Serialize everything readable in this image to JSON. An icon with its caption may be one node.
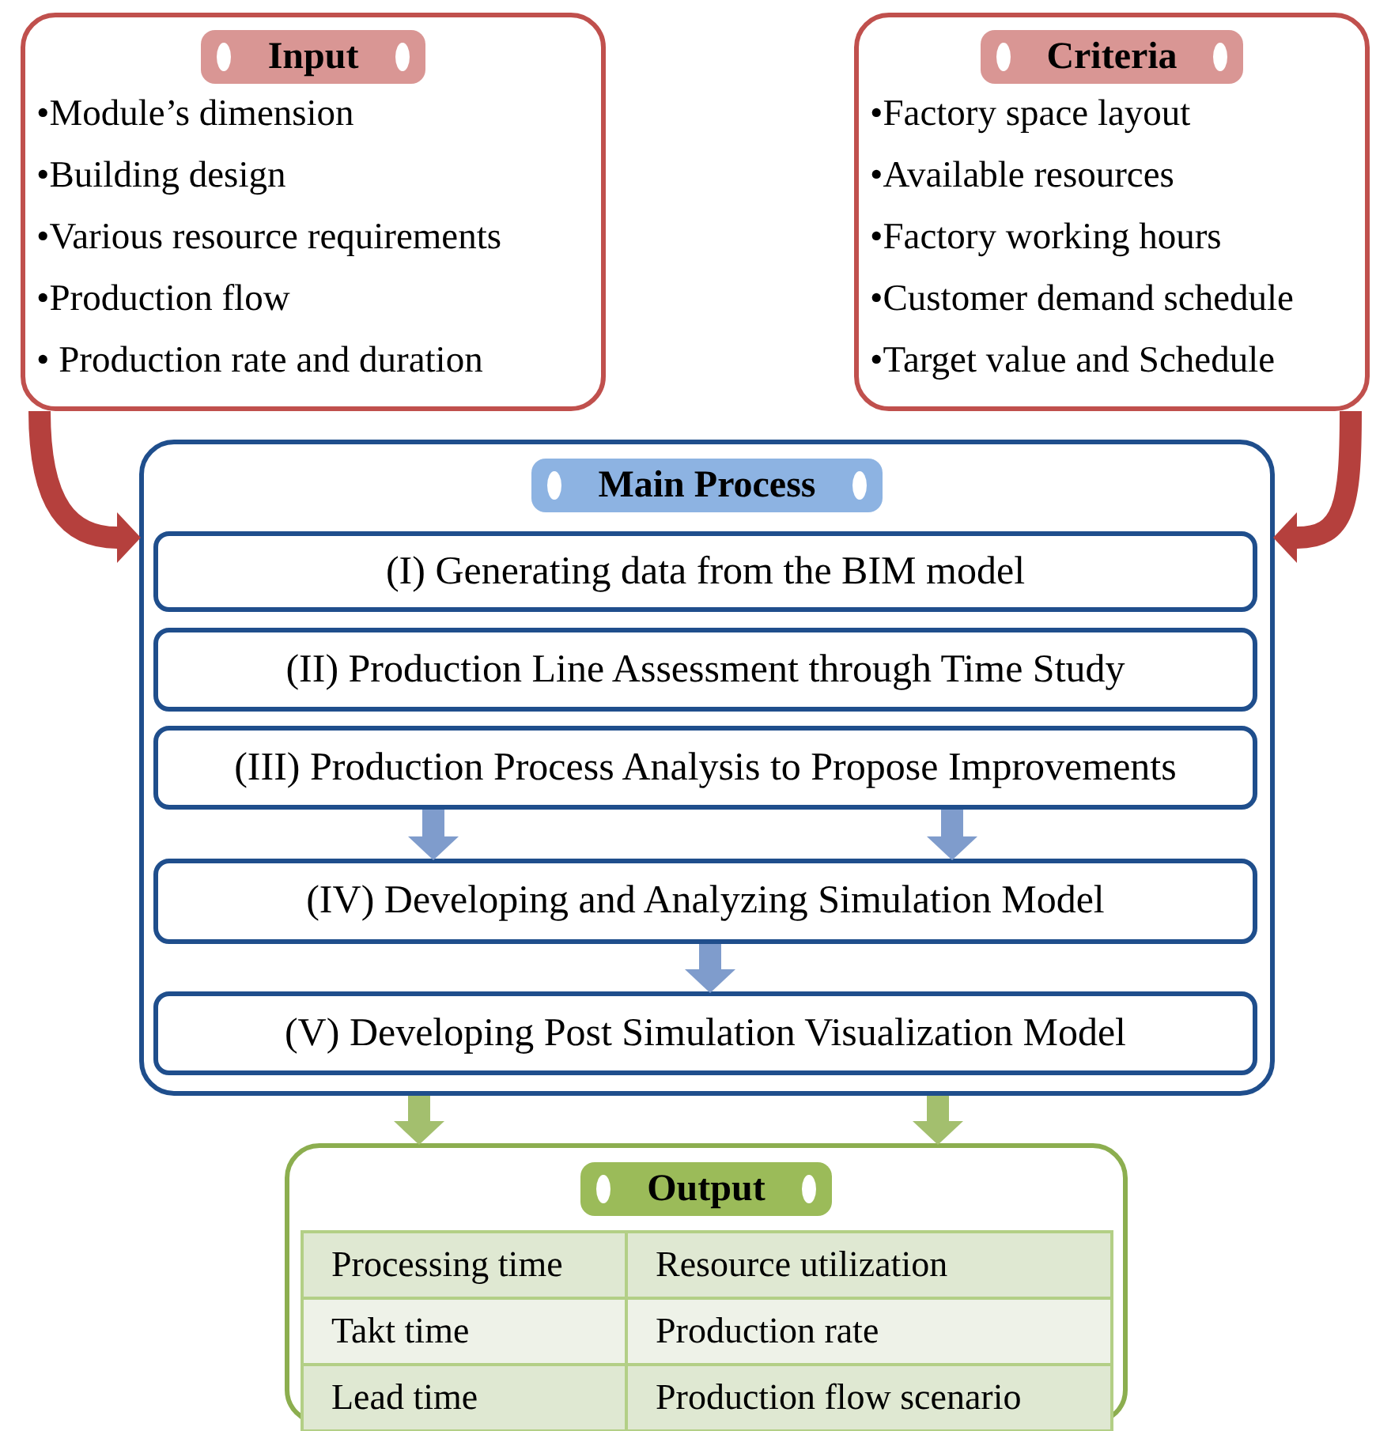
{
  "diagram": {
    "nodes": [
      {
        "text": [
          "Input",
          "•Module’s dimension",
          "•Building design",
          "•Various resource requirements",
          "•Production flow",
          "• Production rate and duration"
        ]
      },
      {
        "text": [
          "Criteria",
          "•Factory space layout",
          "•Available resources",
          "•Factory working hours",
          "•Customer demand schedule",
          "•Target value and Schedule"
        ]
      },
      {
        "text": [
          "Main Process"
        ]
      },
      {
        "text": [
          "(I) Generating data from the BIM model"
        ],
        "in": 2
      },
      {
        "text": [
          "(II) Production Line Assessment through Time Study"
        ],
        "in": 2
      },
      {
        "text": [
          "(III) Production Process Analysis to Propose Improvements"
        ],
        "in": 2
      },
      {
        "text": [
          "(IV) Developing and Analyzing Simulation Model"
        ],
        "in": 2
      },
      {
        "text": [
          "(V) Developing Post Simulation Visualization Model"
        ],
        "in": 2
      },
      {
        "text": [
          "Output"
        ]
      }
    ],
    "edges": [
      {
        "from": 0,
        "to": 2,
        "arrow": "to",
        "color": "#b5403d"
      },
      {
        "from": 1,
        "to": 2,
        "arrow": "to",
        "color": "#b5403d"
      },
      {
        "from": 5,
        "to": 6,
        "arrow": "to",
        "color": "#7f9ccc"
      },
      {
        "from": 5,
        "to": 6,
        "arrow": "to",
        "color": "#7f9ccc"
      },
      {
        "from": 6,
        "to": 7,
        "arrow": "to",
        "color": "#7f9ccc"
      },
      {
        "from": 2,
        "to": 8,
        "arrow": "to",
        "color": "#a3bf6e"
      },
      {
        "from": 2,
        "to": 8,
        "arrow": "to",
        "color": "#a3bf6e"
      }
    ],
    "labels": [
      "Processing time",
      "Resource utilization",
      "Takt time",
      "Production rate",
      "Lead time",
      "Production flow scenario"
    ]
  }
}
